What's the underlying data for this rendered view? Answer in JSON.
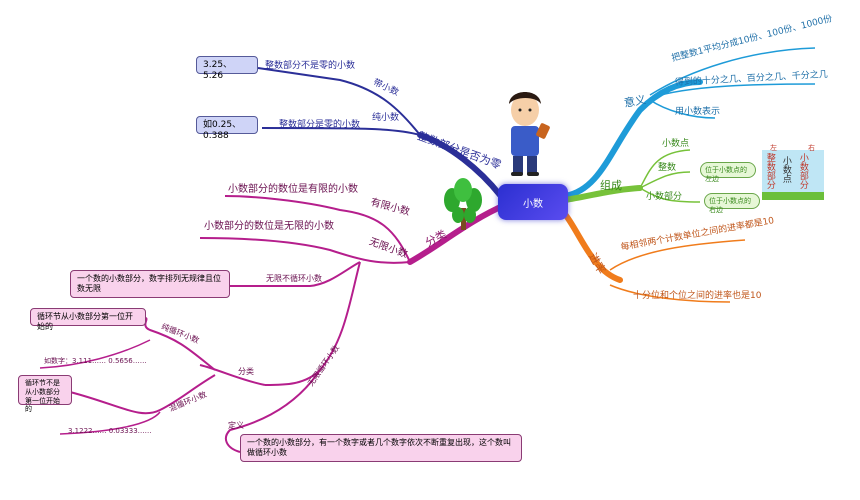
{
  "center": {
    "label": "小数"
  },
  "right": {
    "meaning": {
      "title": "意义",
      "items": [
        "把整数1平均分成10份、100份、1000份",
        "得到的十分之几、百分之几、千分之几",
        "用小数表示"
      ]
    },
    "composition": {
      "title": "组成",
      "items": [
        "小数点",
        "整数",
        "小数部分"
      ],
      "box1": "位于小数点的左边",
      "box2": "位于小数点的右边",
      "card": [
        "整数部分",
        "小数点",
        "小数部分",
        "左",
        "右"
      ]
    },
    "rate": {
      "title": "进率",
      "items": [
        "每相邻两个计数单位之间的进率都是10",
        "十分位和个位之间的进率也是10"
      ]
    }
  },
  "left": {
    "integer": {
      "title": "整数部分是否为零",
      "pure": "纯小数",
      "pure_desc": "整数部分是零的小数",
      "pure_ex": "如0.25、0.388",
      "mixed": "带小数",
      "mixed_desc": "整数部分不是零的小数",
      "mixed_ex": "3.25、5.26"
    },
    "classify": {
      "title": "分类",
      "finite": "有限小数",
      "finite_desc": "小数部分的数位是有限的小数",
      "infinite": "无限小数",
      "infinite_desc": "小数部分的数位是无限的小数",
      "non_rep": "无限不循环小数",
      "non_rep_def": "一个数的小数部分，数字排列无规律且位数无限",
      "rep": "无限循环小数",
      "rep_cls": "分类",
      "pure_rep": "纯循环小数",
      "pure_rep_def": "循环节从小数部分第一位开始的",
      "pure_rep_ex": "如数字：3.111……  0.5656……",
      "mixed_rep": "混循环小数",
      "mixed_rep_def": "循环节不是从小数部分第一位开始的",
      "mixed_rep_ex": "3.1222……  0.03333……",
      "def": "定义",
      "def_text": "一个数的小数部分，有一个数字或者几个数字依次不断重复出现，这个数叫做循环小数"
    }
  }
}
